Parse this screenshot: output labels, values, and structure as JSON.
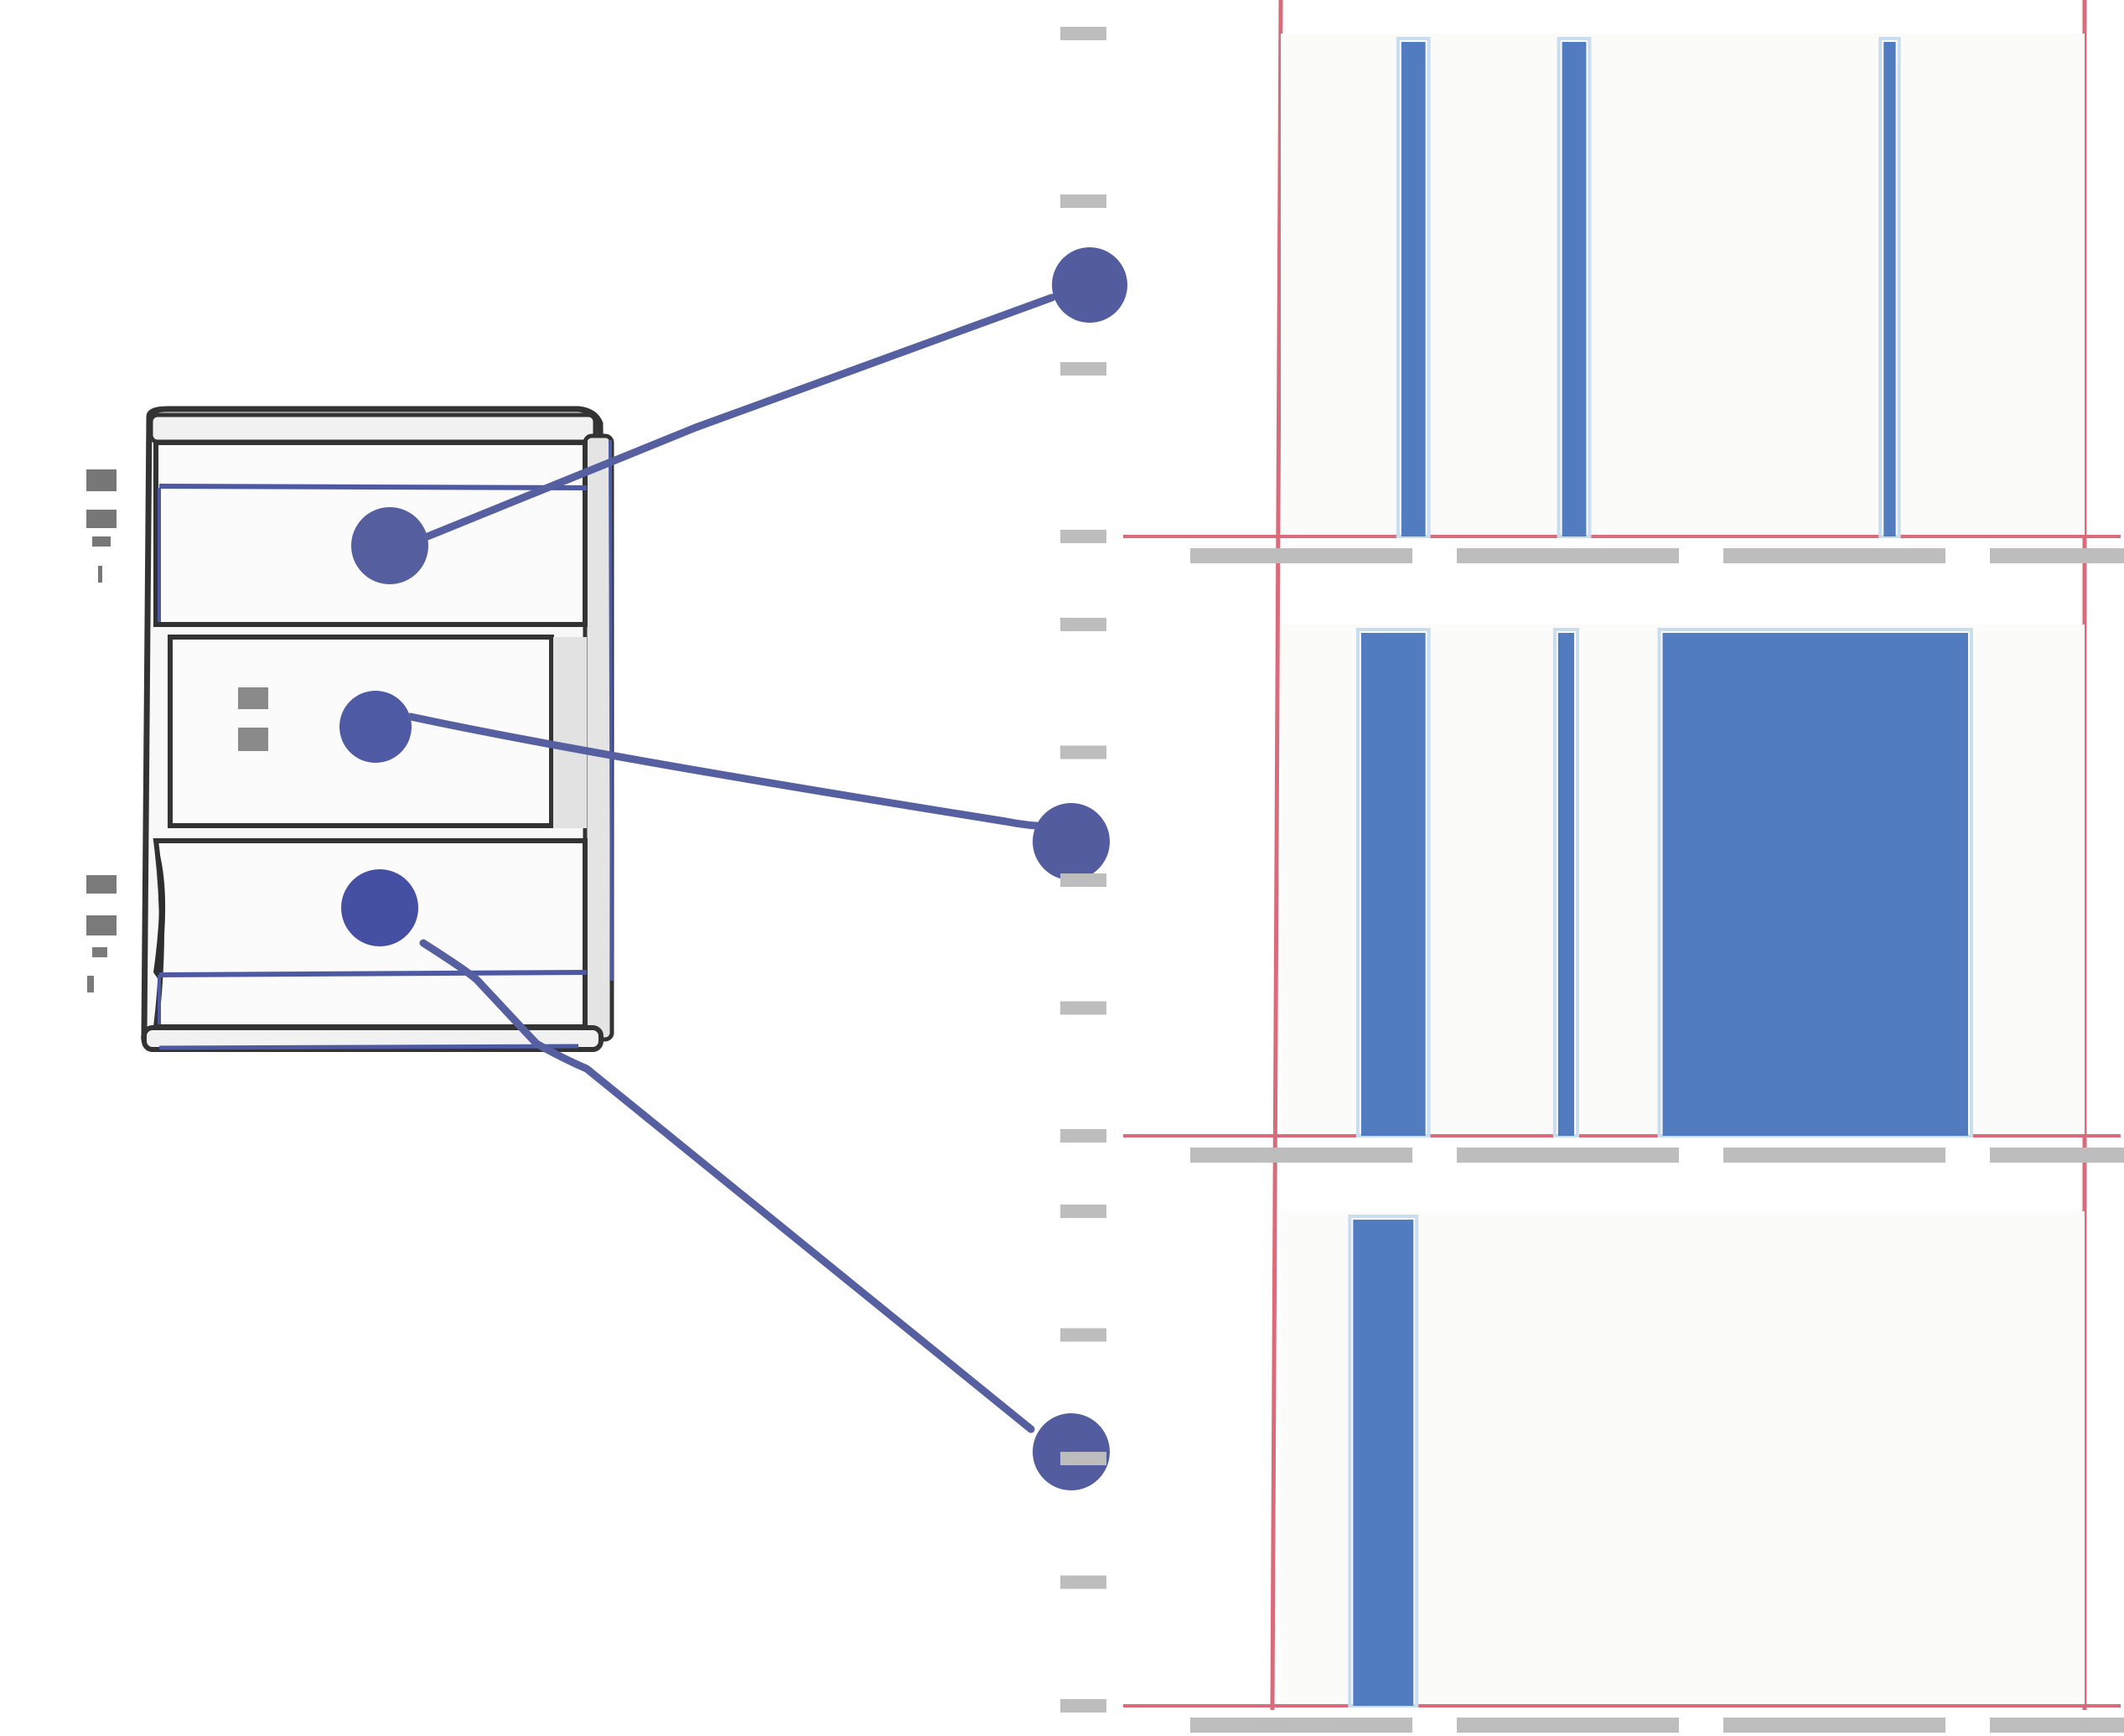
{
  "colors": {
    "connector": "#5660a0",
    "bar": "#517cbf",
    "bar_light": "#c9ddef",
    "frame_red": "#d96b7a",
    "axis_gray": "#bdbdbd",
    "box_stroke": "#333333",
    "box_fill": "#f7f7f7"
  },
  "device": {
    "compartments": [
      {
        "label": ""
      },
      {
        "label": ""
      },
      {
        "label": ""
      }
    ]
  },
  "chart_data": [
    {
      "type": "bar",
      "title": "",
      "xlabel": "",
      "ylabel": "",
      "grid": false,
      "ylim": [
        0,
        1
      ],
      "y_ticks": [
        "",
        "",
        "",
        ""
      ],
      "x_ticks": [
        "",
        "",
        "",
        ""
      ],
      "bars": [
        {
          "x_start": 0.15,
          "x_end": 0.18,
          "value": 1.0
        },
        {
          "x_start": 0.35,
          "x_end": 0.38,
          "value": 1.0
        },
        {
          "x_start": 0.75,
          "x_end": 0.765,
          "value": 1.0
        }
      ]
    },
    {
      "type": "bar",
      "title": "",
      "xlabel": "",
      "ylabel": "",
      "grid": false,
      "ylim": [
        0,
        1
      ],
      "y_ticks": [
        "",
        "",
        "",
        "",
        ""
      ],
      "x_ticks": [
        "",
        "",
        "",
        ""
      ],
      "bars": [
        {
          "x_start": 0.1,
          "x_end": 0.18,
          "value": 1.0
        },
        {
          "x_start": 0.345,
          "x_end": 0.365,
          "value": 1.0
        },
        {
          "x_start": 0.475,
          "x_end": 0.855,
          "value": 1.0
        }
      ]
    },
    {
      "type": "bar",
      "title": "",
      "xlabel": "",
      "ylabel": "",
      "grid": false,
      "ylim": [
        0,
        1
      ],
      "y_ticks": [
        "",
        "",
        "",
        "",
        ""
      ],
      "x_ticks": [
        "",
        "",
        "",
        ""
      ],
      "bars": [
        {
          "x_start": 0.09,
          "x_end": 0.165,
          "value": 1.0
        }
      ]
    }
  ]
}
